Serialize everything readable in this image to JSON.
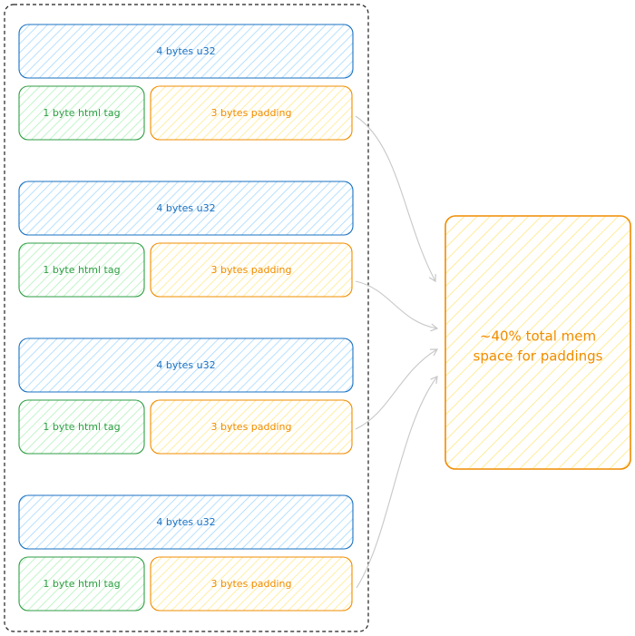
{
  "colors": {
    "u32_stroke": "#1971c2",
    "u32_fill": "#a5d8ff",
    "tag_stroke": "#2f9e44",
    "tag_fill": "#b2f2bb",
    "pad_stroke": "#f08c00",
    "pad_fill": "#ffec99",
    "container_stroke": "#1e1e1e",
    "arrow_stroke": "#c8c8c8"
  },
  "groups": [
    {
      "u32_label": "4 bytes u32",
      "tag_label": "1 byte html tag",
      "padding_label": "3 bytes padding"
    },
    {
      "u32_label": "4 bytes u32",
      "tag_label": "1 byte html tag",
      "padding_label": "3 bytes padding"
    },
    {
      "u32_label": "4 bytes u32",
      "tag_label": "1 byte html tag",
      "padding_label": "3 bytes padding"
    },
    {
      "u32_label": "4 bytes u32",
      "tag_label": "1 byte html tag",
      "padding_label": "3 bytes padding"
    }
  ],
  "summary": {
    "line1": "~40% total mem",
    "line2": "space for paddings"
  }
}
